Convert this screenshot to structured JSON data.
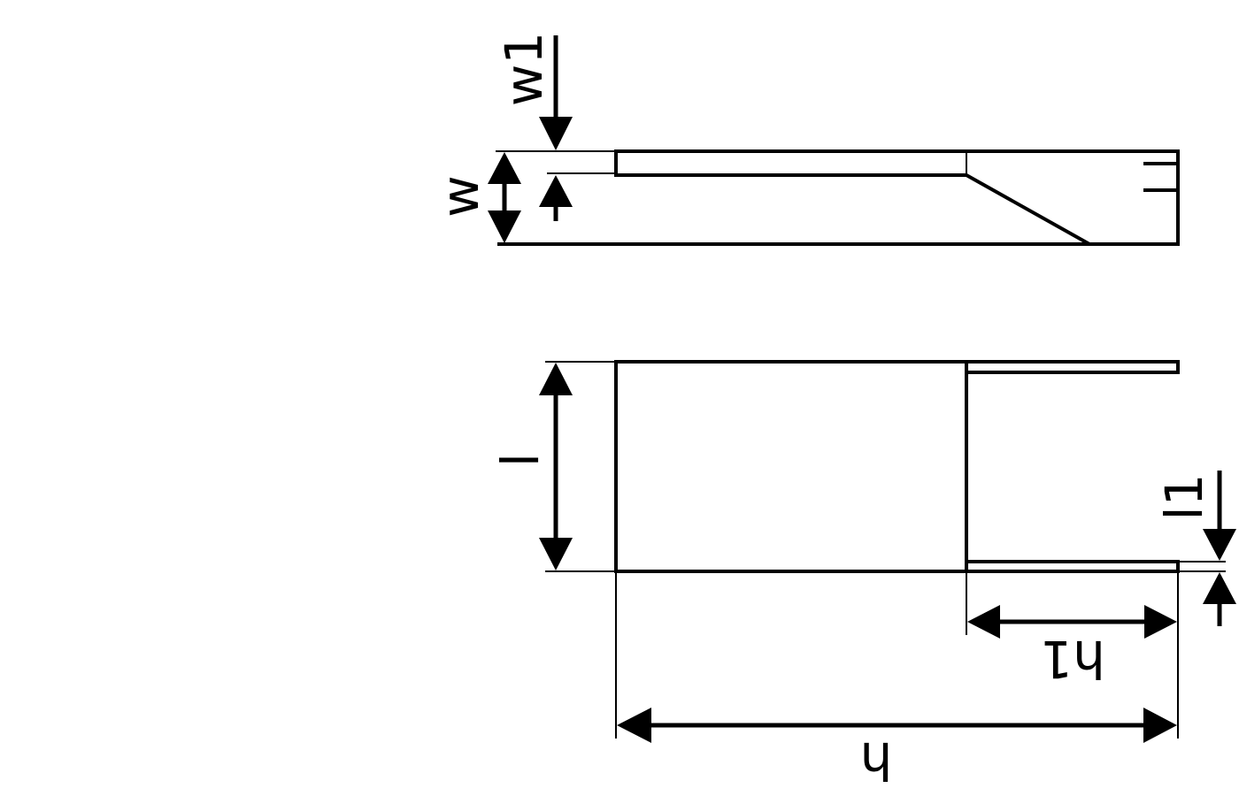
{
  "labels": {
    "w1": "w1",
    "w": "w",
    "l": "l",
    "l1": "l1",
    "h1": "h1",
    "h": "h"
  },
  "colors": {
    "stroke": "#000000",
    "background": "#ffffff"
  }
}
